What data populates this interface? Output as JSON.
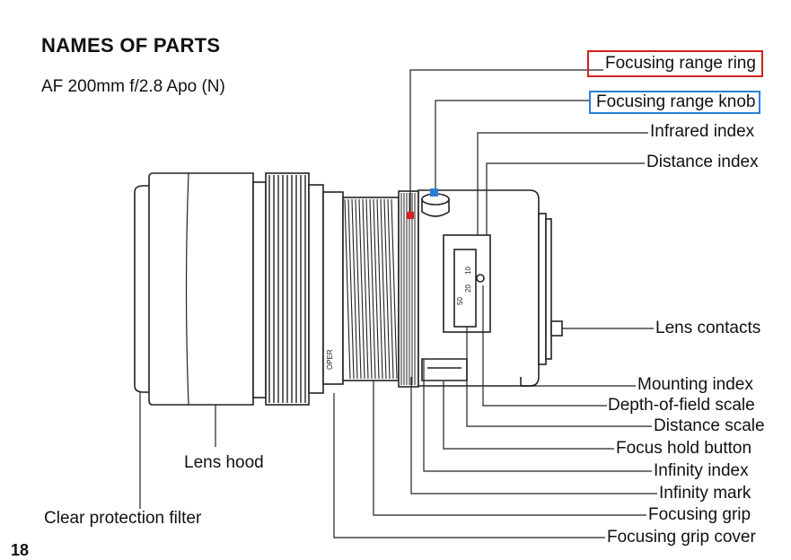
{
  "title": "NAMES OF PARTS",
  "subtitle": "AF 200mm f/2.8 Apo (N)",
  "page_number": "18",
  "barrel_text": "OPER",
  "scale_marks": [
    "50",
    "20",
    "10"
  ],
  "labels": {
    "focusing_range_ring": "Focusing range ring",
    "focusing_range_knob": "Focusing range knob",
    "infrared_index": "Infrared index",
    "distance_index": "Distance index",
    "lens_contacts": "Lens contacts",
    "mounting_index": "Mounting index",
    "depth_of_field_scale": "Depth-of-field scale",
    "distance_scale": "Distance scale",
    "focus_hold_button": "Focus hold button",
    "infinity_index": "Infinity index",
    "infinity_mark": "Infinity mark",
    "focusing_grip": "Focusing grip",
    "focusing_grip_cover": "Focusing grip cover",
    "lens_hood": "Lens hood",
    "clear_protection_filter": "Clear protection filter"
  },
  "colors": {
    "highlight_red": "#d42020",
    "highlight_blue": "#2a7fd6",
    "line": "#222222"
  }
}
